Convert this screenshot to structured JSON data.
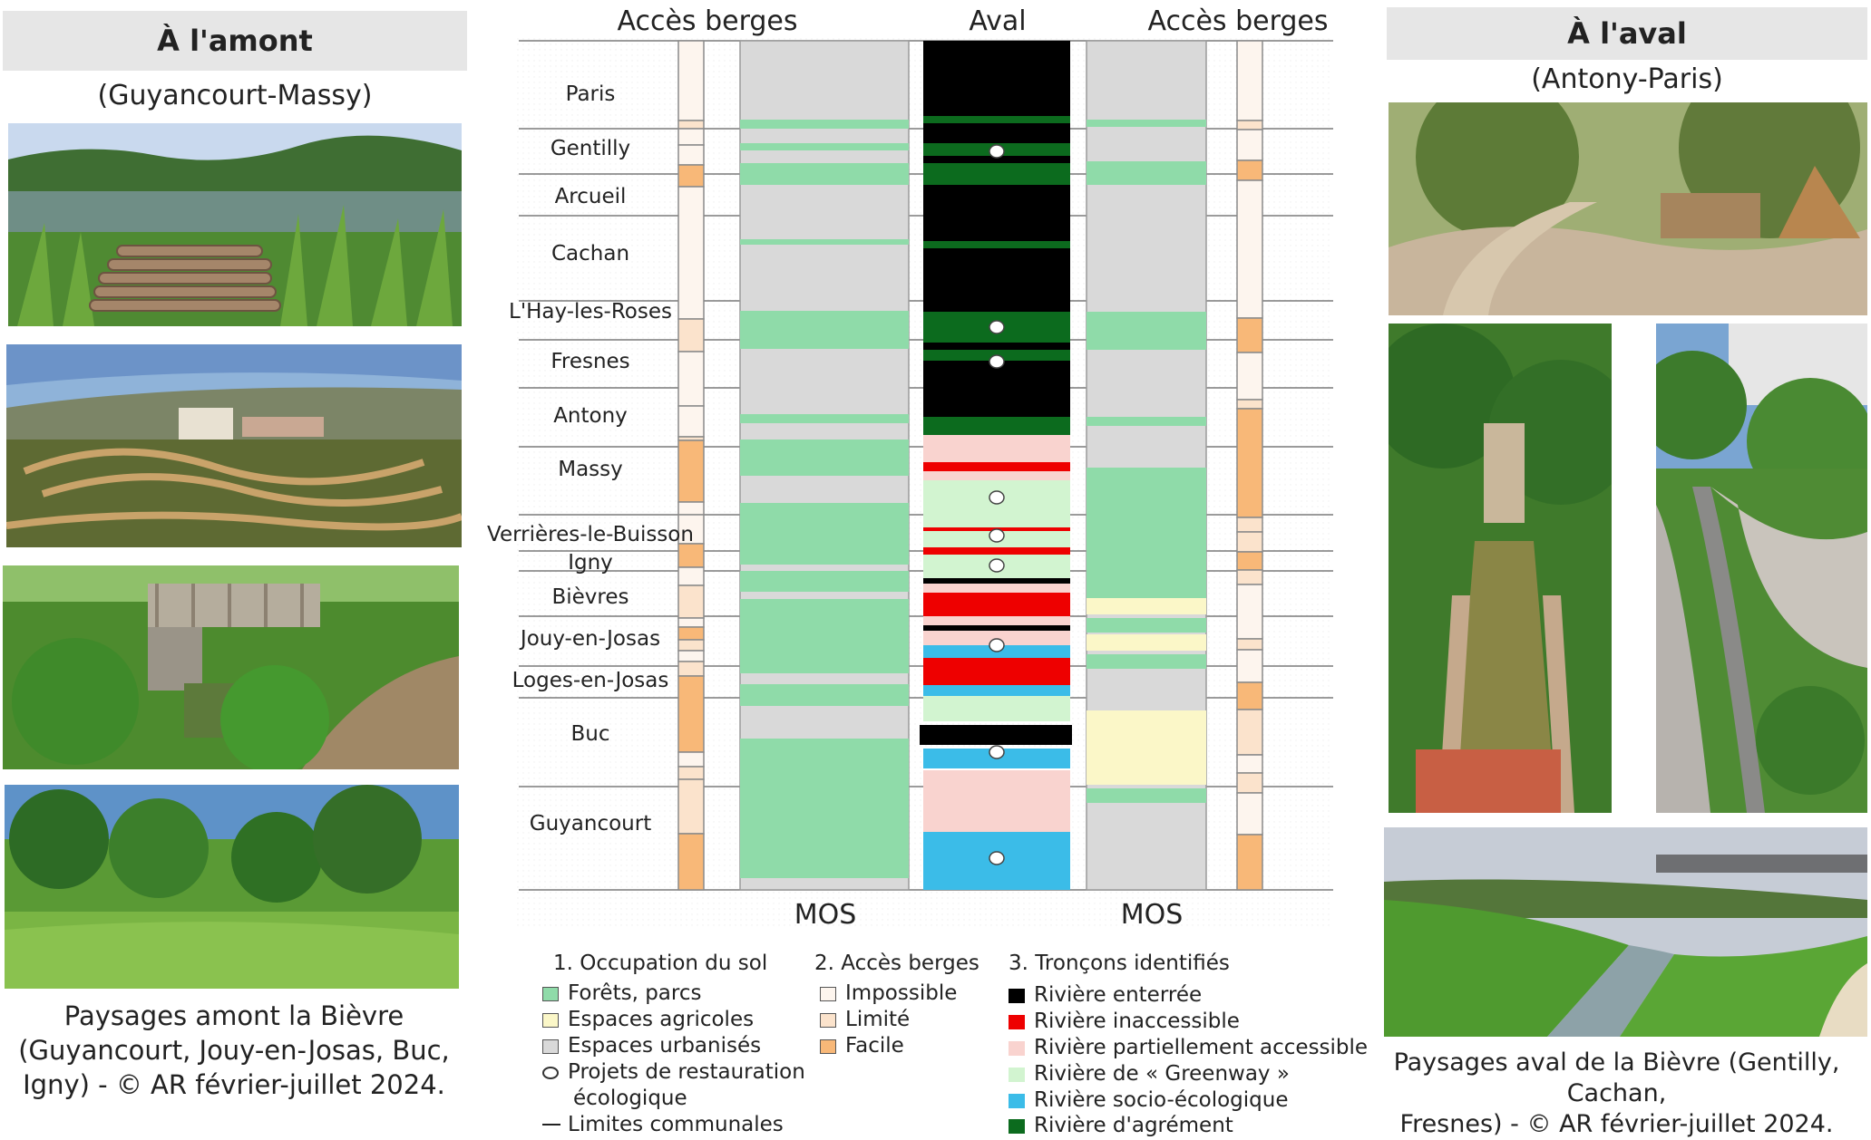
{
  "left": {
    "header": "À l'amont",
    "subtitle": "(Guyancourt-Massy)",
    "caption_line1": "Paysages amont la Bièvre",
    "caption_line2": "(Guyancourt, Jouy-en-Josas, Buc,",
    "caption_line3": "Igny) - © AR février-juillet 2024."
  },
  "right": {
    "header": "À l'aval",
    "subtitle": "(Antony-Paris)",
    "caption_line1": "Paysages aval de la Bièvre (Gentilly, Cachan,",
    "caption_line2": "Fresnes) - © AR février-juillet 2024."
  },
  "diagram": {
    "acces_left_title": "Accès berges",
    "aval_title": "Aval",
    "acces_right_title": "Accès berges",
    "mos_left": "MOS",
    "mos_right": "MOS",
    "communes": [
      "Paris",
      "Gentilly",
      "Arcueil",
      "Cachan",
      "L'Hay-les-Roses",
      "Fresnes",
      "Antony",
      "Massy",
      "Verrières-le-Buisson",
      "Igny",
      "Bièvres",
      "Jouy-en-Josas",
      "Loges-en-Josas",
      "Buc",
      "Guyancourt"
    ]
  },
  "legend": {
    "group1_title": "1. Occupation du sol",
    "group1": [
      "Forêts, parcs",
      "Espaces agricoles",
      "Espaces urbanisés",
      "Projets de restauration",
      "écologique",
      "Limites communales"
    ],
    "group2_title": "2. Accès berges",
    "group2": [
      "Impossible",
      "Limité",
      "Facile"
    ],
    "group3_title": "3. Tronçons identifiés",
    "group3": [
      "Rivière enterrée",
      "Rivière inaccessible",
      "Rivière partiellement accessible",
      "Rivière de « Greenway »",
      "Rivière socio-écologique",
      "Rivière d'agrément"
    ]
  },
  "colors": {
    "forest": "#8fdba9",
    "agri": "#fbf7c8",
    "urban": "#d9d9d9",
    "impossible": "#fdf5ee",
    "limited": "#fbe3cc",
    "easy": "#f8b878",
    "buried": "#000000",
    "inaccessible": "#ee0000",
    "partial": "#f9d3cf",
    "greenway": "#d2f4d0",
    "socio": "#3bbce8",
    "amenity": "#0c6b1e"
  },
  "photos": [
    "lake-landscape-photo",
    "park-field-photo",
    "footbridge-photo",
    "meadow-photo",
    "path-garden-photo",
    "narrow-garden-photo",
    "riverside-walk-photo",
    "canal-river-photo"
  ]
}
